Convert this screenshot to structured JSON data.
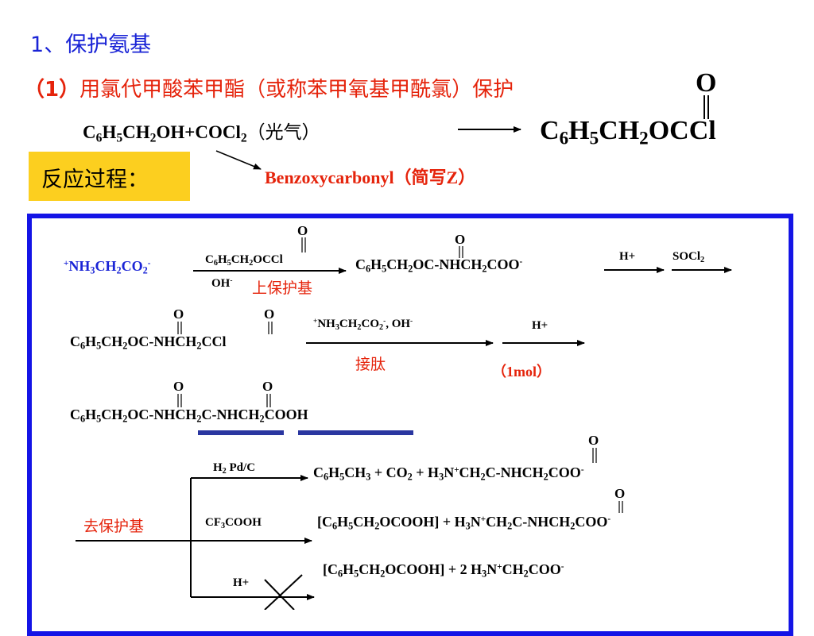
{
  "heading": {
    "number": "1",
    "sep": "、",
    "text": "保护氨基"
  },
  "step1": {
    "label": "（1）",
    "text": "用氯代甲酸苯甲酯（或称苯甲氧基甲酰氯）保护"
  },
  "reaction_main": {
    "oxygen": "O",
    "plus_coc": "+COCl",
    "phosgene": "（光气）",
    "benzoxy": "Benzoxycarbonyl（简写Z）"
  },
  "process_label": "反应过程：",
  "panel": {
    "oxygen": "O",
    "row1": {
      "reagent_bottom": "OH",
      "protect_label": "上保护基",
      "acid": "H+",
      "socl": "SOCl"
    },
    "row2": {
      "reagent_pre": "NH",
      "oh": ",  OH",
      "acid": "H+",
      "couple_label": "接肽",
      "mol": "（1mol）"
    },
    "deprot": {
      "label": "去保护基",
      "h2": "H",
      "pdc": " Pd/C",
      "cf": "CF",
      "cooh": "COOH",
      "acid": "H+",
      "plus_co": "  +  CO",
      "plus": "  +  ",
      "plus2": "  + 2 "
    }
  }
}
